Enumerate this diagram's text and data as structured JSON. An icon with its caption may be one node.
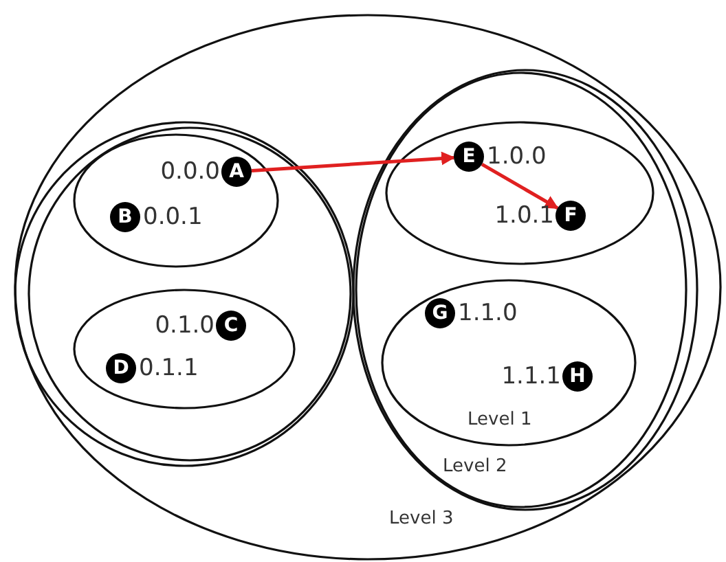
{
  "diagram": {
    "nodes": [
      {
        "text": [
          "Level 3"
        ]
      },
      {
        "text": [],
        "shape": "ellipse",
        "in": 0
      },
      {
        "text": [],
        "shape": "ellipse",
        "in": 1
      },
      {
        "text": [
          "A"
        ],
        "beside": [
          "0.0.0"
        ],
        "in": 2
      },
      {
        "text": [
          "B"
        ],
        "beside": [
          "0.0.1"
        ],
        "in": 2
      },
      {
        "text": [],
        "shape": "ellipse",
        "in": 1
      },
      {
        "text": [
          "C"
        ],
        "beside": [
          "0.1.0"
        ],
        "in": 5
      },
      {
        "text": [
          "D"
        ],
        "beside": [
          "0.1.1"
        ],
        "in": 5
      },
      {
        "text": [
          "Level 2"
        ],
        "in": 0
      },
      {
        "text": [],
        "shape": "ellipse",
        "in": 8
      },
      {
        "text": [
          "E"
        ],
        "beside": [
          "1.0.0"
        ],
        "in": 9
      },
      {
        "text": [
          "F"
        ],
        "beside": [
          "1.0.1"
        ],
        "in": 9
      },
      {
        "text": [
          "Level 1"
        ],
        "in": 8
      },
      {
        "text": [
          "G"
        ],
        "beside": [
          "1.1.0"
        ],
        "in": 12
      },
      {
        "text": [
          "H"
        ],
        "beside": [
          "1.1.1"
        ],
        "in": 12
      }
    ],
    "edges": [
      {
        "from": 3,
        "to": 10,
        "arrow": "to",
        "color": "#e02020"
      },
      {
        "from": 10,
        "to": 11,
        "arrow": "to",
        "color": "#e02020"
      }
    ]
  }
}
